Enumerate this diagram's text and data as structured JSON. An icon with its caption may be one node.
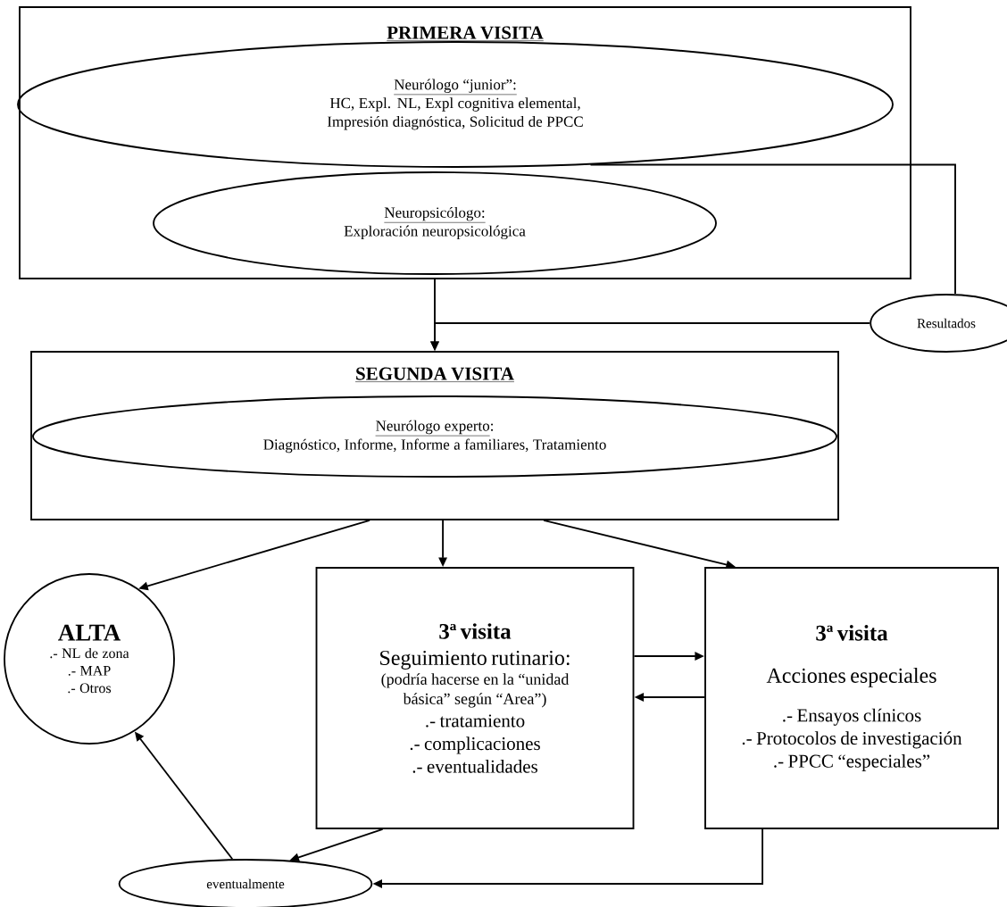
{
  "diagram": {
    "nodes": [
      {
        "text": [
          "PRIMERA VISITA"
        ]
      },
      {
        "text": [
          "Neurólogo “junior”:",
          "HC, Expl. NL, Expl cognitiva elemental, Impresión diagnóstica, Solicitud de PPCC"
        ],
        "in": 0
      },
      {
        "text": [
          "Neuropsicólogo:",
          "Exploración neuropsicológica"
        ],
        "in": 0
      },
      {
        "text": [
          "Resultados"
        ]
      },
      {
        "text": [
          "SEGUNDA VISITA"
        ]
      },
      {
        "text": [
          "Neurólogo experto",
          ":",
          "Diagnóstico, Informe, Informe a familiares, Tratamiento"
        ],
        "in": 4
      },
      {
        "text": [
          "ALTA",
          ".- NL de zona",
          ".- MAP",
          ".- Otros"
        ]
      },
      {
        "text": [
          "3ª visita",
          "Seguimiento rutinario:",
          "(podría hacerse en la “unidad básica” según “Area”)",
          ".- tratamiento",
          ".- complicaciones",
          ".- eventualidades"
        ]
      },
      {
        "text": [
          "3ª visita",
          "Acciones especiales",
          ".- Ensayos clínicos",
          ".- Protocolos de investigación",
          ".- PPCC “especiales”"
        ]
      },
      {
        "text": [
          "eventualmente"
        ]
      }
    ],
    "edges": [
      {
        "from": 1,
        "to": 3,
        "arrow": "none"
      },
      {
        "from": 0,
        "to": 4,
        "arrow": "to"
      },
      {
        "from": 3,
        "to": 4,
        "arrow": "to"
      },
      {
        "from": 4,
        "to": 6,
        "arrow": "to"
      },
      {
        "from": 4,
        "to": 7,
        "arrow": "to"
      },
      {
        "from": 4,
        "to": 8,
        "arrow": "to"
      },
      {
        "from": 7,
        "to": 8,
        "arrow": "to"
      },
      {
        "from": 8,
        "to": 7,
        "arrow": "to"
      },
      {
        "from": 7,
        "to": 9,
        "arrow": "to"
      },
      {
        "from": 8,
        "to": 9,
        "arrow": "to"
      },
      {
        "from": 9,
        "to": 6,
        "arrow": "to"
      }
    ]
  }
}
